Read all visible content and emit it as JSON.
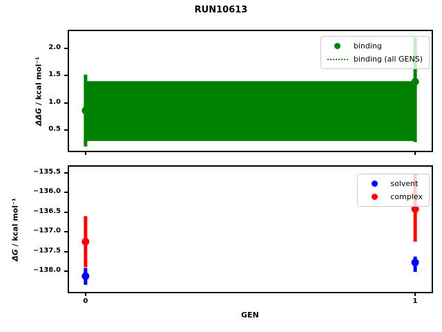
{
  "title": "RUN10613",
  "colors": {
    "binding": "#008000",
    "solvent": "#0000ff",
    "complex": "#ff0000",
    "legend_border": "#cccccc",
    "axis": "#000000"
  },
  "chart_data": [
    {
      "type": "scatter",
      "subplot": "top",
      "ylabel": {
        "symbol": "ΔΔG",
        "rest": " / kcal mol⁻¹"
      },
      "ylim": [
        0.12,
        2.32
      ],
      "yticks": [
        2.0,
        1.5,
        1.0,
        0.5
      ],
      "ytick_labels": [
        "2.0",
        "1.5",
        "1.0",
        "0.5"
      ],
      "xlim": [
        -0.05,
        1.05
      ],
      "xticks": [
        0,
        1
      ],
      "xtick_labels": [
        "0",
        "1"
      ],
      "grid": false,
      "legend_position": "upper right",
      "series": [
        {
          "name": "binding",
          "color": "#008000",
          "marker": "circle",
          "x": [
            0,
            1
          ],
          "y": [
            0.86,
            1.39
          ],
          "err_low": [
            0.2,
            0.28
          ],
          "err_high": [
            1.52,
            2.2
          ]
        }
      ],
      "band": {
        "name": "binding (all GENS)",
        "color": "#008000",
        "x_range": [
          0,
          1
        ],
        "low": 0.3,
        "high": 1.4,
        "center": 0.85,
        "center_line_style": "dotted"
      },
      "legend": [
        {
          "label": "binding",
          "marker": "dot",
          "color": "#008000"
        },
        {
          "label": "binding (all GENS)",
          "marker": "dotted-line",
          "color": "#008000"
        }
      ]
    },
    {
      "type": "scatter",
      "subplot": "bottom",
      "ylabel": {
        "symbol": "ΔG",
        "rest": " / kcal mol⁻¹"
      },
      "ylim": [
        -138.53,
        -135.34
      ],
      "yticks": [
        -135.5,
        -136.0,
        -136.5,
        -137.0,
        -137.5,
        -138.0
      ],
      "ytick_labels": [
        "−135.5",
        "−136.0",
        "−136.5",
        "−137.0",
        "−137.5",
        "−138.0"
      ],
      "xlim": [
        -0.05,
        1.05
      ],
      "xticks": [
        0,
        1
      ],
      "xtick_labels": [
        "0",
        "1"
      ],
      "xlabel": "GEN",
      "grid": false,
      "legend_position": "upper right",
      "series": [
        {
          "name": "solvent",
          "color": "#0000ff",
          "marker": "circle",
          "x": [
            0,
            1
          ],
          "y": [
            -138.13,
            -137.78
          ],
          "err_low": [
            -138.35,
            -138.02
          ],
          "err_high": [
            -137.92,
            -137.63
          ]
        },
        {
          "name": "complex",
          "color": "#ff0000",
          "marker": "circle",
          "x": [
            0,
            1
          ],
          "y": [
            -137.25,
            -136.42
          ],
          "err_low": [
            -137.9,
            -137.25
          ],
          "err_high": [
            -136.6,
            -135.52
          ]
        }
      ],
      "legend": [
        {
          "label": "solvent",
          "marker": "dot",
          "color": "#0000ff"
        },
        {
          "label": "complex",
          "marker": "dot",
          "color": "#ff0000"
        }
      ]
    }
  ]
}
